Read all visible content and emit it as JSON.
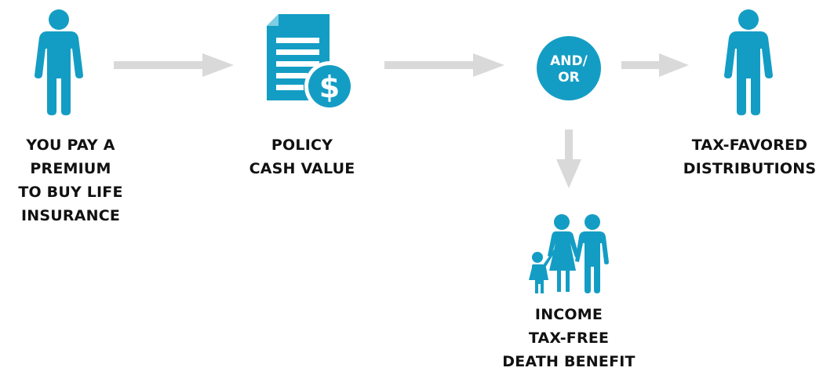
{
  "colors": {
    "accent": "#149dc4",
    "arrow": "#d9d9d9",
    "text": "#111111"
  },
  "nodes": {
    "premium": {
      "lines": [
        "YOU PAY A",
        "PREMIUM",
        "TO BUY LIFE",
        "INSURANCE"
      ]
    },
    "cash_value": {
      "lines": [
        "POLICY",
        "CASH VALUE"
      ]
    },
    "junction": {
      "lines": [
        "AND/",
        "OR"
      ]
    },
    "distributions": {
      "lines": [
        "TAX-FAVORED",
        "DISTRIBUTIONS"
      ]
    },
    "death_benefit": {
      "lines": [
        "INCOME",
        "TAX-FREE",
        "DEATH BENEFIT"
      ]
    }
  }
}
